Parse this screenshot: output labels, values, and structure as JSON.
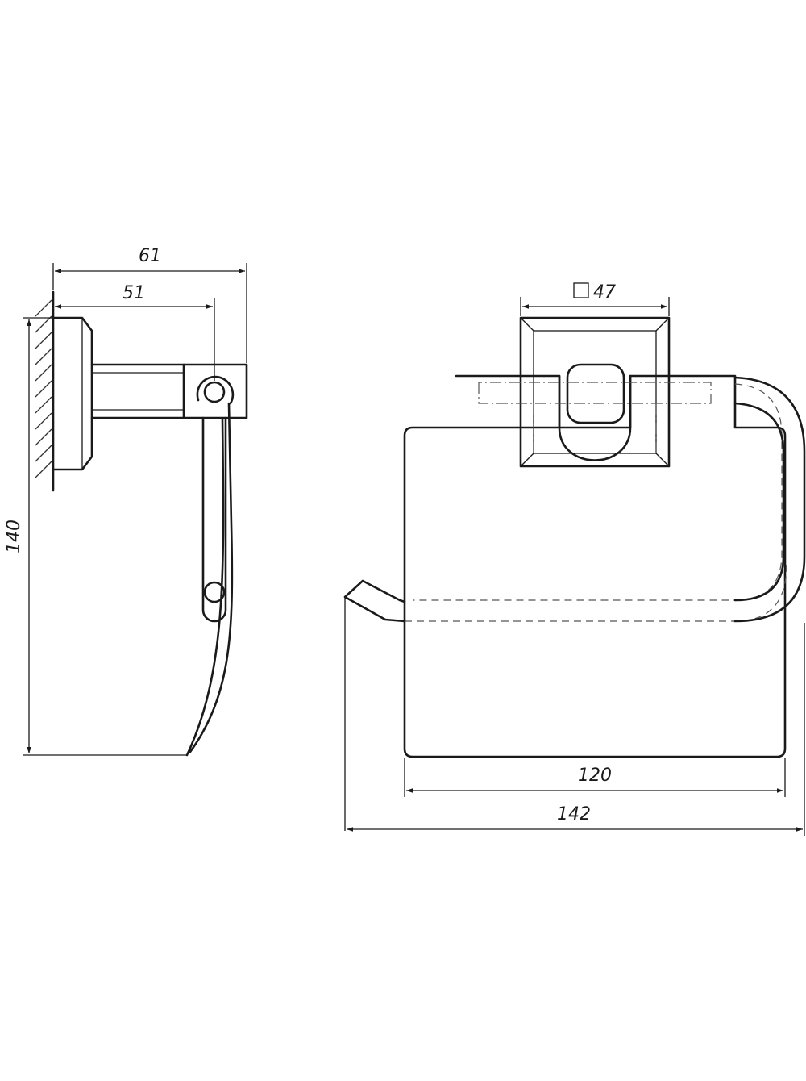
{
  "dimensions": {
    "side_depth_total": "61",
    "side_depth_axis": "51",
    "side_height": "140",
    "flange_square": "47",
    "front_cover_width": "120",
    "front_total_width": "142"
  }
}
